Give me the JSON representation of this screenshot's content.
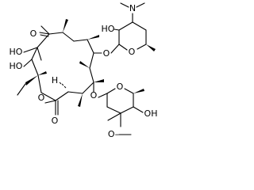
{
  "labels": {
    "ketone_o": "O",
    "hydroxy_1": "HO",
    "hydroxy_2": "HO",
    "ring_o": "O",
    "lactone_o": "O",
    "lactone_h": "H",
    "sugar1_ring_o": "O",
    "sugar1_link_o": "O",
    "sugar1_oh": "HO",
    "nitrogen": "N",
    "sugar2_link_o": "O",
    "sugar2_ring_o": "O",
    "sugar2_oh": "OH",
    "methoxy_o": "O",
    "methoxy_text": "O–"
  }
}
